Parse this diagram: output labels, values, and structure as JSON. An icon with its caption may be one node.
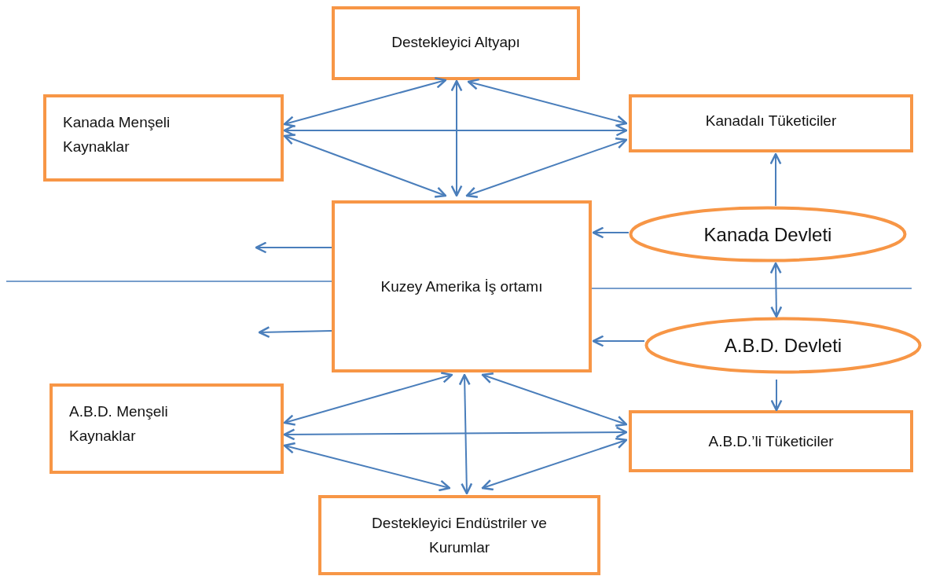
{
  "diagram": {
    "nodes": [
      {
        "text": [
          "Destekleyici Altyapı"
        ]
      },
      {
        "text": [
          "Kanada Menşeli Kaynaklar"
        ]
      },
      {
        "text": [
          "Kanadalı Tüketiciler"
        ]
      },
      {
        "text": [
          "Kuzey Amerika İş ortamı"
        ]
      },
      {
        "text": [
          "Kanada Devleti"
        ]
      },
      {
        "text": [
          "A.B.D. Devleti"
        ]
      },
      {
        "text": [
          "A.B.D. Menşeli Kaynaklar"
        ]
      },
      {
        "text": [
          "A.B.D.’li Tüketiciler"
        ]
      },
      {
        "text": [
          "Destekleyici Endüstriler ve Kurumlar"
        ]
      }
    ],
    "edges": [
      {
        "from": 1,
        "to": 0,
        "arrow": "both"
      },
      {
        "from": 0,
        "to": 2,
        "arrow": "both"
      },
      {
        "from": 1,
        "to": 2,
        "arrow": "both"
      },
      {
        "from": 1,
        "to": 3,
        "arrow": "both"
      },
      {
        "from": 0,
        "to": 3,
        "arrow": "both"
      },
      {
        "from": 2,
        "to": 3,
        "arrow": "both"
      },
      {
        "from": 6,
        "to": 3,
        "arrow": "both"
      },
      {
        "from": 3,
        "to": 7,
        "arrow": "both"
      },
      {
        "from": 6,
        "to": 7,
        "arrow": "both"
      },
      {
        "from": 6,
        "to": 8,
        "arrow": "both"
      },
      {
        "from": 3,
        "to": 8,
        "arrow": "both"
      },
      {
        "from": 7,
        "to": 8,
        "arrow": "both"
      },
      {
        "from": 4,
        "to": 2,
        "arrow": "to"
      },
      {
        "from": 4,
        "to": 3,
        "arrow": "to"
      },
      {
        "from": 4,
        "to": 5,
        "arrow": "both"
      },
      {
        "from": 5,
        "to": 3,
        "arrow": "to"
      },
      {
        "from": 5,
        "to": 7,
        "arrow": "to"
      },
      {
        "from": 3,
        "to": null,
        "arrow": "to"
      },
      {
        "from": 3,
        "to": null,
        "arrow": "to"
      }
    ]
  }
}
